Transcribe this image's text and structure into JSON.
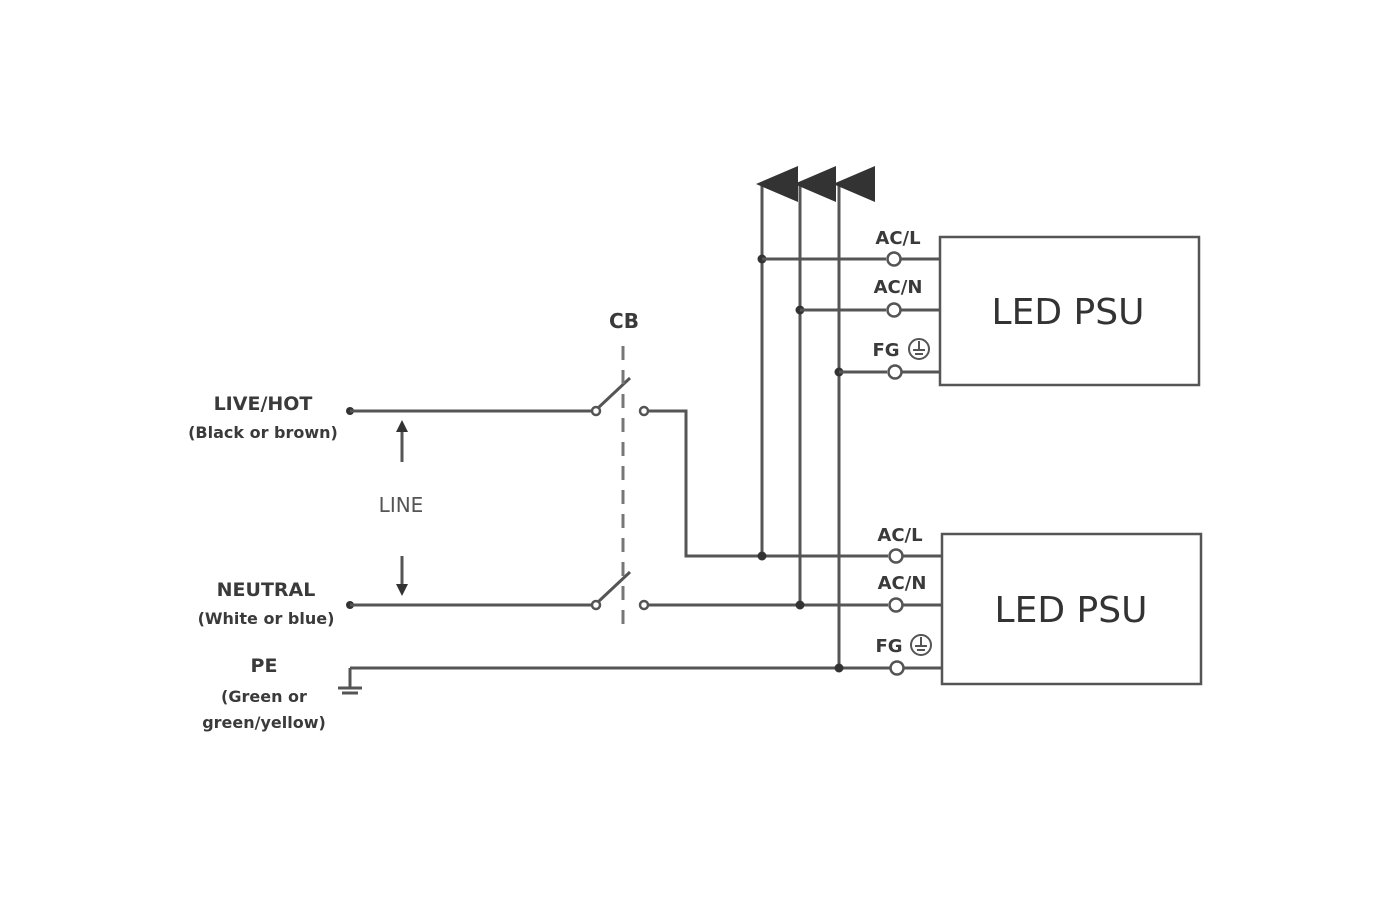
{
  "sources": {
    "live": {
      "name": "LIVE/HOT",
      "desc": "(Black or brown)"
    },
    "neutral": {
      "name": "NEUTRAL",
      "desc": "(White or blue)"
    },
    "pe": {
      "name": "PE",
      "desc_line1": "(Green or",
      "desc_line2": "green/yellow)"
    }
  },
  "line_label": "LINE",
  "breaker_label": "CB",
  "psus": [
    {
      "label": "LED PSU",
      "terminals": {
        "ac_l": "AC/L",
        "ac_n": "AC/N",
        "fg": "FG"
      }
    },
    {
      "label": "LED PSU",
      "terminals": {
        "ac_l": "AC/L",
        "ac_n": "AC/N",
        "fg": "FG"
      }
    }
  ]
}
